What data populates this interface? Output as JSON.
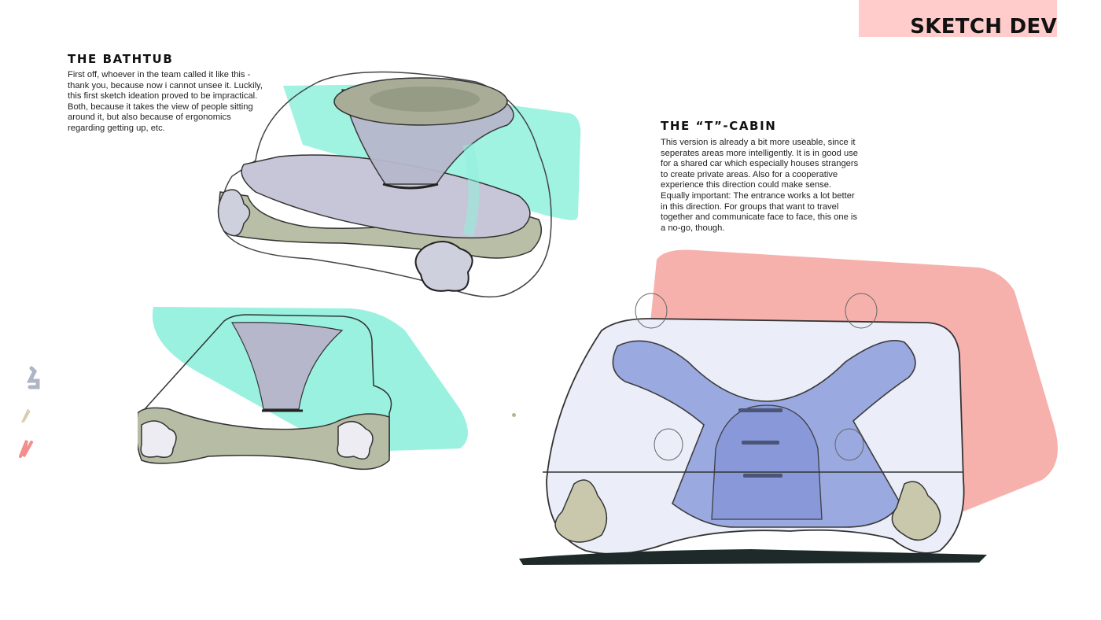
{
  "page": {
    "title": "SKETCH DEV",
    "title_bg_color": "#ffcccb"
  },
  "sections": [
    {
      "heading": "THE BATHTUB",
      "body": "First off, whoever in the team called it like this - thank you, because now i cannot unsee it. Luckily, this first sketch ideation proved to be impractical. Both, because it takes the view of people sitting around it, but also because of ergonomics regarding getting up, etc."
    },
    {
      "heading": "THE “T”-CABIN",
      "body": "This version is already a bit more useable, since it seperates areas more intelligently. It is in good use for a shared car which especially houses strangers to create private areas. Also for a cooperative experience this direction could make sense. Equally important: The entrance works a lot better in this direction. For groups that want to travel together and communicate face to face, this one is a no-go, though."
    }
  ],
  "sketches": [
    {
      "label": "bathtub-perspective-sketch",
      "accent": "#7fecd8"
    },
    {
      "label": "bathtub-side-sketch",
      "accent": "#7fecd8"
    },
    {
      "label": "t-cabin-top-view-sketch",
      "accent": "#f6a4a0",
      "interior": "#8e9fdc"
    }
  ],
  "colors": {
    "mint_marker": "#8ff0dc",
    "pink_marker": "#f6a9a4",
    "blue_marker": "#97a6e0",
    "olive_marker": "#b7bba4",
    "lavender_grey": "#c3c3d6"
  }
}
